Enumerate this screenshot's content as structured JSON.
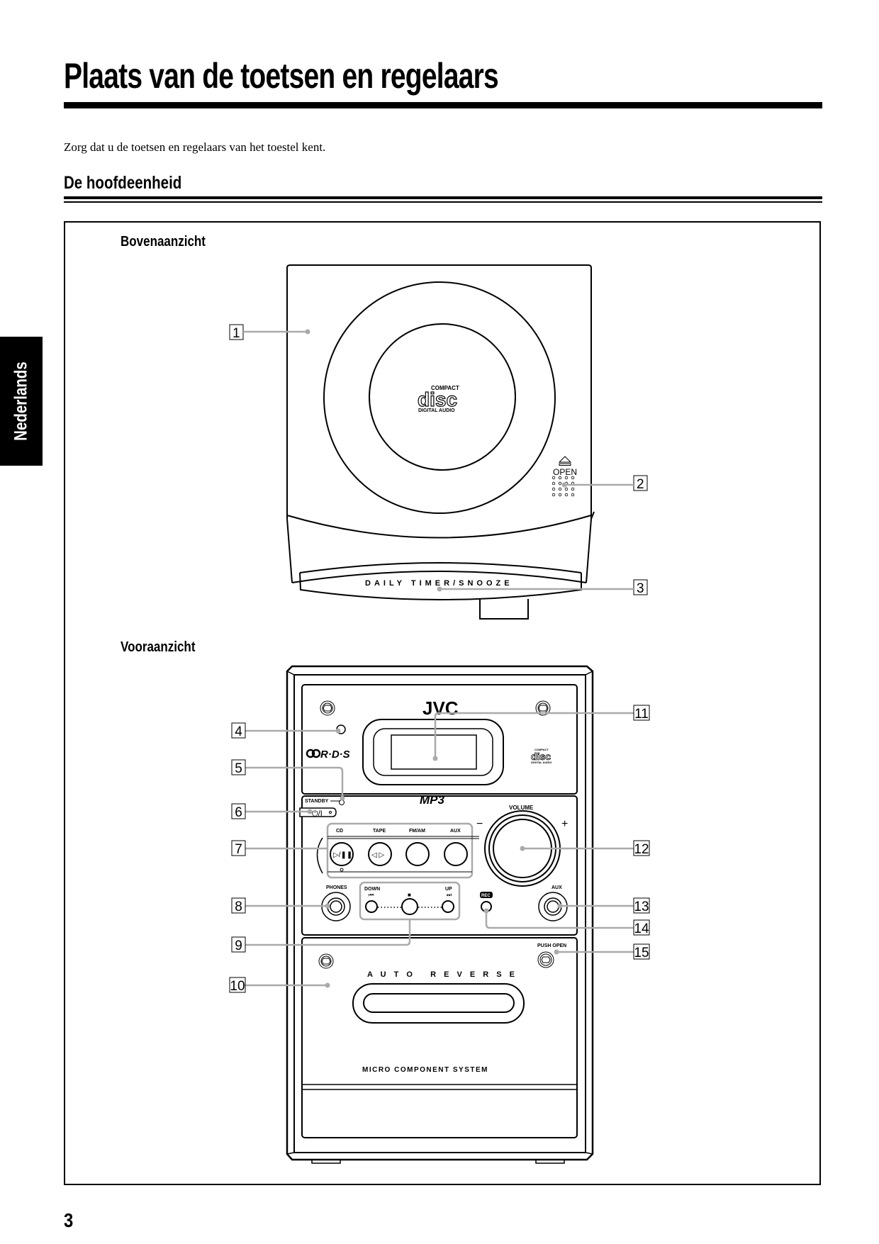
{
  "page": {
    "title": "Plaats van de toetsen en regelaars",
    "intro": "Zorg dat u de toetsen en regelaars van het toestel kent.",
    "section_title": "De hoofdeenheid",
    "language_tab": "Nederlands",
    "page_number": "3"
  },
  "figure": {
    "top_view": {
      "heading": "Bovenaanzicht",
      "logo_compact": "COMPACT",
      "logo_disc": "disc",
      "logo_digital_audio": "DIGITAL AUDIO",
      "open_label": "OPEN",
      "timer_label": "DAILY TIMER/SNOOZE",
      "callouts": [
        "1",
        "2",
        "3"
      ]
    },
    "front_view": {
      "heading": "Vooraanzicht",
      "brand": "JVC",
      "rds": "R·D·S",
      "mp3": "MP3",
      "standby": "STANDBY",
      "power_symbol": "⏻/I",
      "volume": "VOLUME",
      "minus": "−",
      "plus": "+",
      "source_buttons": [
        "CD",
        "TAPE",
        "FM/AM",
        "AUX"
      ],
      "cd_symbol": "▷/❚❚",
      "tape_symbol": "◁ ▷",
      "phones": "PHONES",
      "down": "DOWN",
      "up": "UP",
      "down_symbol": "⏮",
      "stop_symbol": "■",
      "up_symbol": "⏭",
      "rec": "REC",
      "aux_jack": "AUX",
      "push_open": "PUSH OPEN",
      "auto_reverse": "A U T O   R E V E R S E",
      "system_name": "MICRO COMPONENT SYSTEM",
      "cd_small_compact": "COMPACT",
      "cd_small_disc": "disc",
      "cd_small_digital": "DIGITAL AUDIO",
      "callouts": [
        "4",
        "5",
        "6",
        "7",
        "8",
        "9",
        "10",
        "11",
        "12",
        "13",
        "14",
        "15"
      ]
    }
  }
}
